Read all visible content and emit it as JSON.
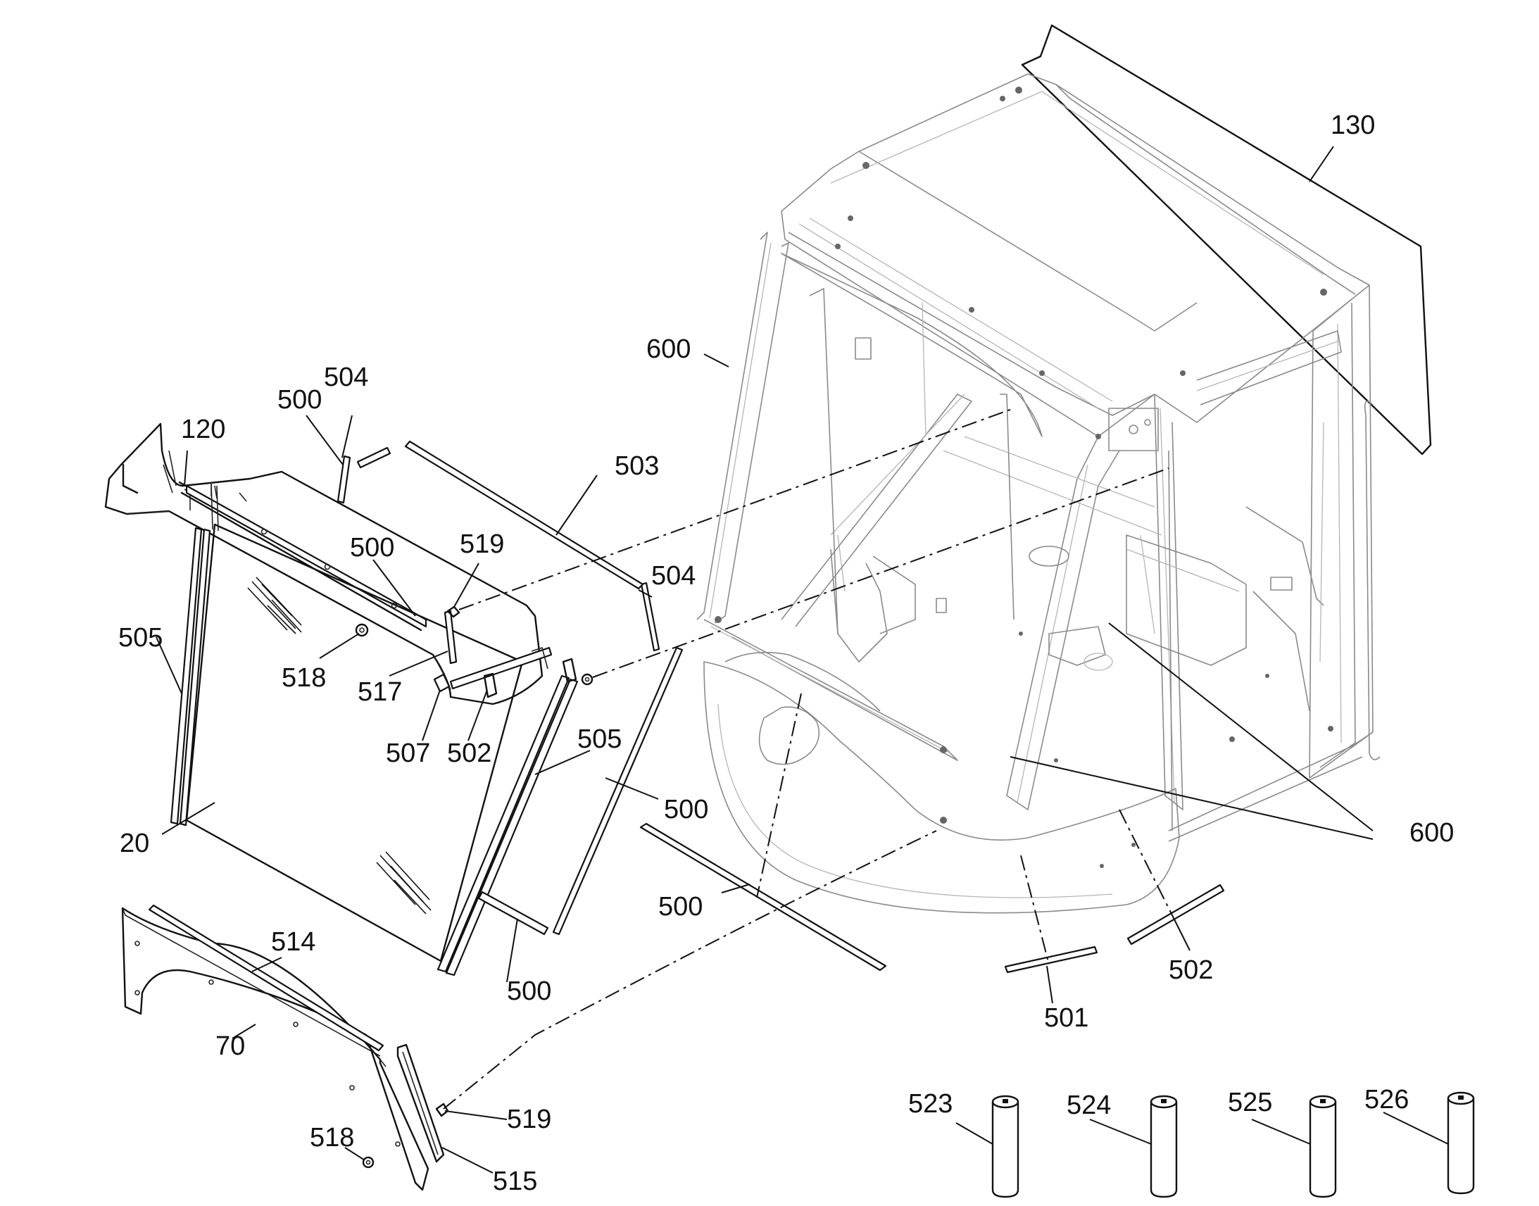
{
  "callouts": [
    {
      "id": "c130",
      "text": "130"
    },
    {
      "id": "c600a",
      "text": "600"
    },
    {
      "id": "c504a",
      "text": "504"
    },
    {
      "id": "c500a",
      "text": "500"
    },
    {
      "id": "c120",
      "text": "120"
    },
    {
      "id": "c503",
      "text": "503"
    },
    {
      "id": "c500b",
      "text": "500"
    },
    {
      "id": "c519a",
      "text": "519"
    },
    {
      "id": "c504b",
      "text": "504"
    },
    {
      "id": "c505a",
      "text": "505"
    },
    {
      "id": "c518a",
      "text": "518"
    },
    {
      "id": "c517",
      "text": "517"
    },
    {
      "id": "c507",
      "text": "507"
    },
    {
      "id": "c502a",
      "text": "502"
    },
    {
      "id": "c505b",
      "text": "505"
    },
    {
      "id": "c500c",
      "text": "500"
    },
    {
      "id": "c600b",
      "text": "600"
    },
    {
      "id": "c20",
      "text": "20"
    },
    {
      "id": "c500d",
      "text": "500"
    },
    {
      "id": "c514",
      "text": "514"
    },
    {
      "id": "c500e",
      "text": "500"
    },
    {
      "id": "c502b",
      "text": "502"
    },
    {
      "id": "c501",
      "text": "501"
    },
    {
      "id": "c70",
      "text": "70"
    },
    {
      "id": "c519b",
      "text": "519"
    },
    {
      "id": "c518b",
      "text": "518"
    },
    {
      "id": "c515",
      "text": "515"
    },
    {
      "id": "c523",
      "text": "523"
    },
    {
      "id": "c524",
      "text": "524"
    },
    {
      "id": "c525",
      "text": "525"
    },
    {
      "id": "c526",
      "text": "526"
    }
  ]
}
